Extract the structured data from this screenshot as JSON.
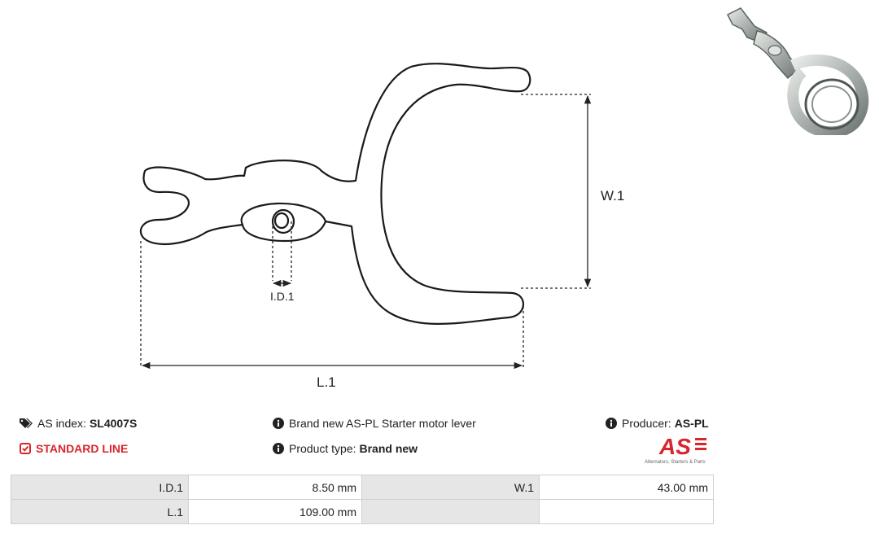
{
  "drawing": {
    "labels": {
      "width": "W.1",
      "length": "L.1",
      "inner_diameter": "I.D.1"
    }
  },
  "info": {
    "as_index_label": "AS index:",
    "as_index_value": "SL4007S",
    "line": "STANDARD LINE",
    "description": "Brand new AS-PL Starter motor lever",
    "product_type_label": "Product type:",
    "product_type_value": "Brand new",
    "producer_label": "Producer:",
    "producer_value": "AS-PL"
  },
  "logo": {
    "mark": "AS",
    "tagline": "Alternators, Starters & Parts",
    "color": "#d8262d"
  },
  "specs": {
    "rows": [
      {
        "label1": "I.D.1",
        "value1": "8.50 mm",
        "label2": "W.1",
        "value2": "43.00 mm"
      },
      {
        "label1": "L.1",
        "value1": "109.00 mm",
        "label2": "",
        "value2": ""
      }
    ]
  },
  "colors": {
    "accent": "#d8262d",
    "label_bg": "#e6e6e6",
    "border": "#cfcfcf"
  },
  "icons": [
    "tags-icon",
    "check-square-icon",
    "info-circle-icon"
  ]
}
